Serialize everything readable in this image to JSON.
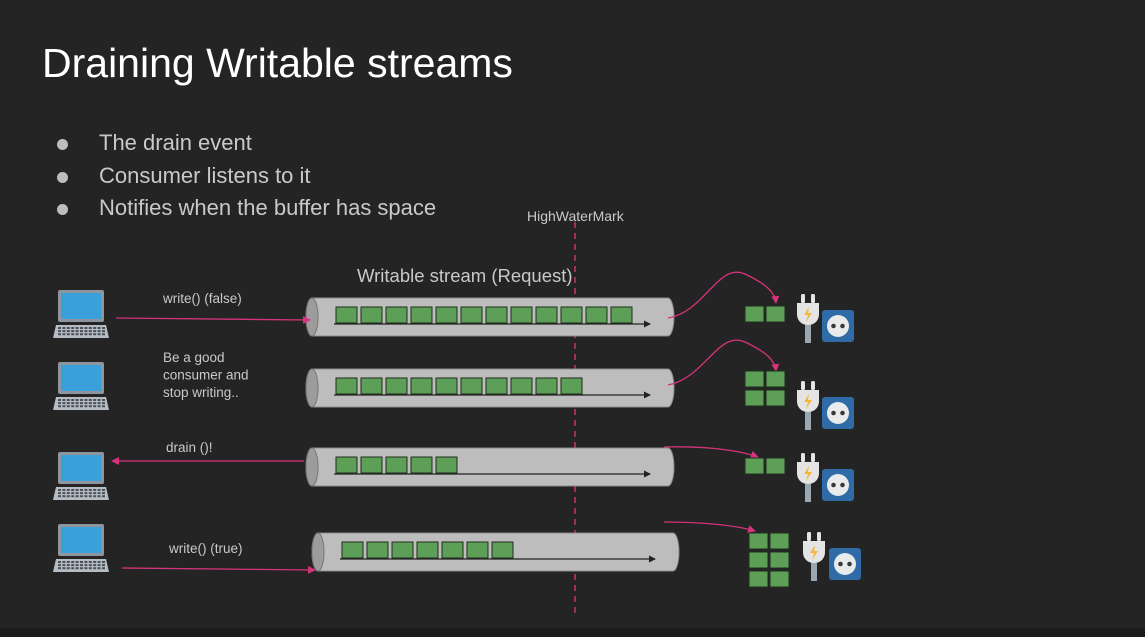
{
  "slide": {
    "title": "Draining Writable streams",
    "bullets": [
      "The drain event",
      "Consumer listens to it",
      "Notifies when the buffer has space"
    ]
  },
  "diagram": {
    "threshold_label": "HighWaterMark",
    "stream_label": "Writable stream (Request)",
    "colors": {
      "background": "#242424",
      "arrow": "#d6337a",
      "chunk": "#5d9f57",
      "tube": "#bdbdbd",
      "outlet": "#2f6ca7"
    },
    "icons": [
      "laptop-icon",
      "power-plug-icon",
      "power-outlet-icon"
    ],
    "rows": [
      {
        "message": [
          "write() (false)"
        ],
        "direction": "to-stream",
        "buffered_chunks": 12,
        "consumer_chunks": 2
      },
      {
        "message": [
          "Be a good",
          "consumer and",
          "stop writing.."
        ],
        "direction": "none",
        "buffered_chunks": 10,
        "consumer_chunks": 4
      },
      {
        "message": [
          "drain ()!"
        ],
        "direction": "to-producer",
        "buffered_chunks": 5,
        "consumer_chunks": 2
      },
      {
        "message": [
          "write() (true)"
        ],
        "direction": "to-stream",
        "buffered_chunks": 7,
        "consumer_chunks": 6
      }
    ]
  }
}
